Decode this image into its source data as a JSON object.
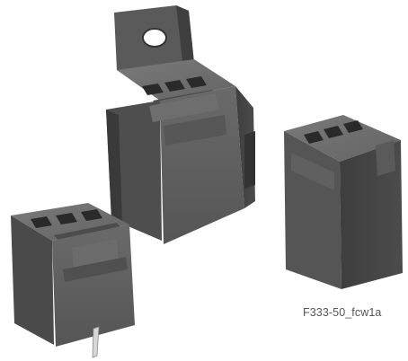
{
  "caption": "F333-50_fcw1a",
  "colors": {
    "background": "#ffffff",
    "housing_front": "#5e5e5e",
    "housing_side": "#424242",
    "housing_top": "#707070",
    "shadow": "#2e2e2e",
    "pin": "#cfcfcf"
  },
  "objects": [
    {
      "name": "connector-with-mounting-bracket"
    },
    {
      "name": "connector-with-pin"
    },
    {
      "name": "connector-tall"
    }
  ]
}
